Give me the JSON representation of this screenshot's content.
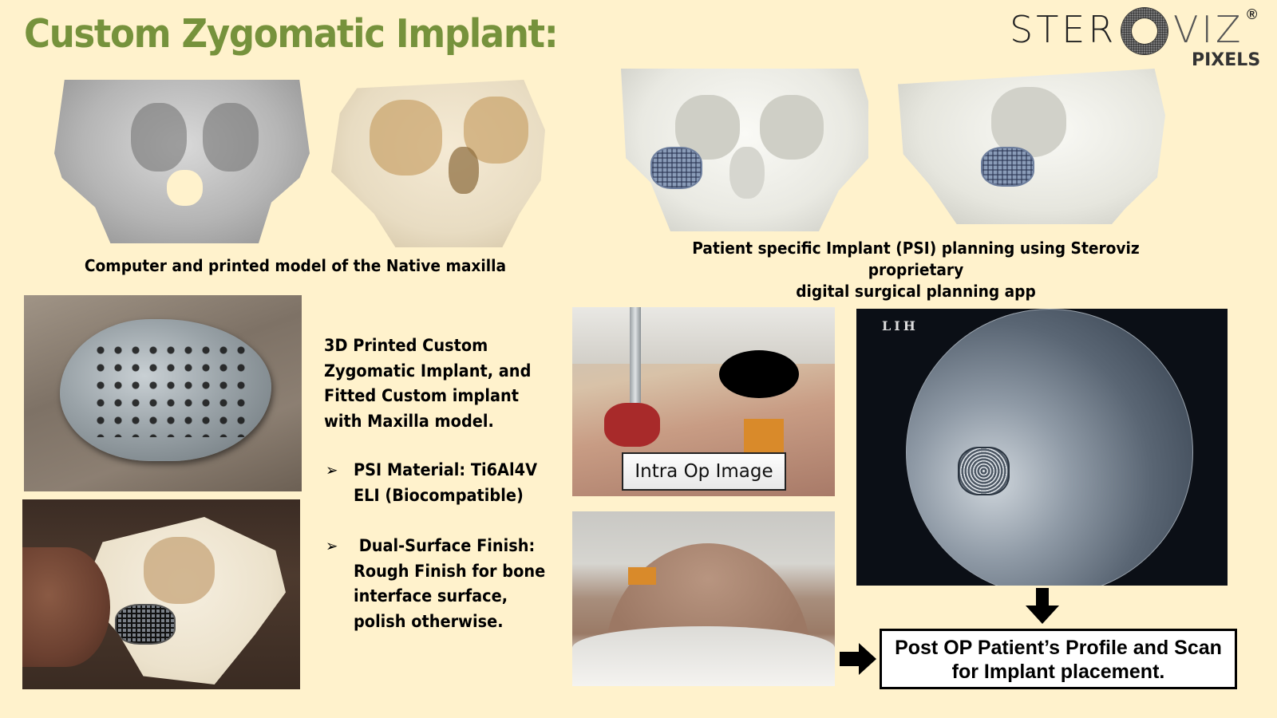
{
  "slide": {
    "title": "Custom Zygomatic Implant:",
    "background_color": "#fff2cc",
    "title_color": "#76923c"
  },
  "logo": {
    "part1": "STER",
    "part2": "VIZ",
    "registered": "®",
    "subtitle": "PIXELS"
  },
  "top_left": {
    "caption": "Computer and printed model of the Native maxilla",
    "images": [
      "computer-skull-model",
      "printed-skull-model"
    ]
  },
  "top_right": {
    "caption_line1": "Patient specific Implant (PSI) planning using Steroviz proprietary",
    "caption_line2": "digital surgical planning app",
    "images": [
      "psi-planning-front-view",
      "psi-planning-oblique-view"
    ]
  },
  "description": {
    "text": "3D Printed Custom Zygomatic Implant, and Fitted Custom implant with Maxilla model.",
    "bullets": [
      {
        "icon": "➢",
        "text": "PSI Material: Ti6Al4V ELI (Biocompatible)"
      },
      {
        "icon": "➢",
        "text": " Dual-Surface Finish: Rough Finish for bone interface surface, polish otherwise."
      }
    ]
  },
  "intraop": {
    "label": "Intra Op Image"
  },
  "xray": {
    "label": "LIH"
  },
  "postop": {
    "label": "Post OP Patient’s Profile and Scan for Implant placement."
  }
}
